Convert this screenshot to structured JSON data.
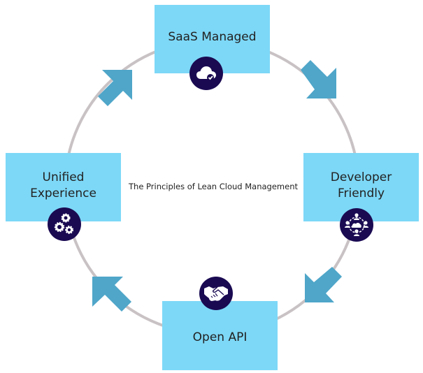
{
  "diagram": {
    "type": "cycle",
    "title": "The Principles of Lean Cloud Management",
    "nodes": [
      {
        "id": "saas",
        "label": "SaaS Managed",
        "icon": "cloud-check-icon",
        "position": "top"
      },
      {
        "id": "developer",
        "label": "Developer\nFriendly",
        "icon": "people-network-icon",
        "position": "right"
      },
      {
        "id": "api",
        "label": "Open API",
        "icon": "handshake-icon",
        "position": "bottom"
      },
      {
        "id": "unified",
        "label": "Unified\nExperience",
        "icon": "gears-icon",
        "position": "left"
      }
    ],
    "flow": [
      "SaaS Managed",
      "Developer Friendly",
      "Open API",
      "Unified Experience",
      "SaaS Managed"
    ],
    "direction": "clockwise"
  },
  "colors": {
    "box_fill": "#7dd8f7",
    "badge_fill": "#1a0a52",
    "arrow_fill": "#4fa6c9",
    "ring_stroke": "#c9c2c4",
    "text": "#222222"
  }
}
